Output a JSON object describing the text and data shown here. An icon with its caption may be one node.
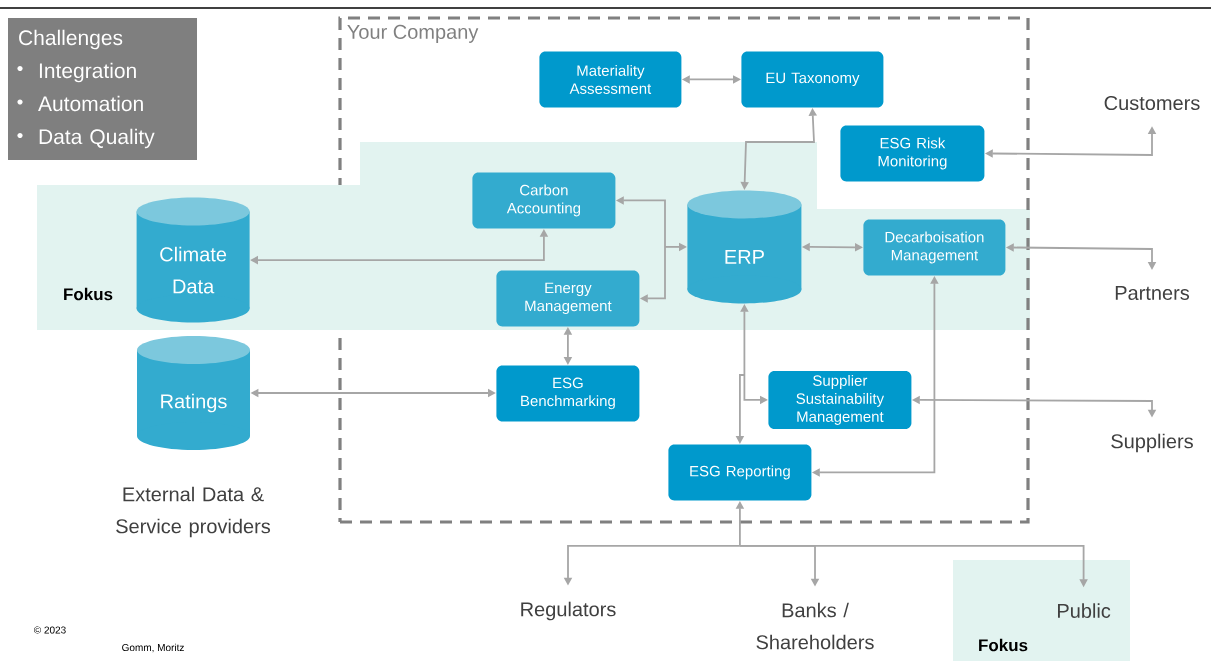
{
  "diagram": {
    "nodes": [
      {
        "text": [
          "Challenges",
          "Integration",
          "Automation",
          "Data Quality"
        ]
      },
      {
        "text": [
          "Your Company"
        ]
      },
      {
        "text": [
          "Materiality Assessment"
        ],
        "in": 1
      },
      {
        "text": [
          "EU Taxonomy"
        ],
        "in": 1
      },
      {
        "text": [
          "Customers"
        ]
      },
      {
        "text": [
          "ESG Risk Monitoring"
        ],
        "in": 1
      },
      {
        "text": [
          "Carbon Accounting"
        ],
        "in": 1
      },
      {
        "text": [
          "Fokus"
        ]
      },
      {
        "text": [
          "Climate Data"
        ],
        "in": 7
      },
      {
        "text": [
          "ERP"
        ],
        "in": 1
      },
      {
        "text": [
          "Decarboisation Management"
        ],
        "in": 1
      },
      {
        "text": [
          "Energy Management"
        ],
        "in": 1
      },
      {
        "text": [
          "Partners"
        ]
      },
      {
        "text": [
          "Ratings"
        ]
      },
      {
        "text": [
          "ESG Benchmarking"
        ],
        "in": 1
      },
      {
        "text": [
          "Supplier Sustainability Management"
        ],
        "in": 1
      },
      {
        "text": [
          "Suppliers"
        ]
      },
      {
        "text": [
          "ESG Reporting"
        ],
        "in": 1
      },
      {
        "text": [
          "Regulators"
        ]
      },
      {
        "text": [
          "Banks / Shareholders"
        ]
      },
      {
        "text": [
          "Fokus"
        ]
      },
      {
        "text": [
          "Public"
        ],
        "in": 20
      }
    ],
    "edges": [
      {
        "from": 2,
        "to": 3,
        "arrow": "both"
      },
      {
        "from": 3,
        "to": 9,
        "arrow": "both"
      },
      {
        "from": 5,
        "to": 4,
        "arrow": "both"
      },
      {
        "from": 9,
        "to": 6,
        "arrow": "both"
      },
      {
        "from": 9,
        "to": 11,
        "arrow": "both"
      },
      {
        "from": 8,
        "to": 6,
        "arrow": "both"
      },
      {
        "from": 9,
        "to": 10,
        "arrow": "both"
      },
      {
        "from": 10,
        "to": 12,
        "arrow": "both"
      },
      {
        "from": 11,
        "to": 14,
        "arrow": "both"
      },
      {
        "from": 13,
        "to": 14,
        "arrow": "both"
      },
      {
        "from": 9,
        "to": 15,
        "arrow": "both"
      },
      {
        "from": 9,
        "to": 17,
        "arrow": "both"
      },
      {
        "from": 15,
        "to": 16,
        "arrow": "both"
      },
      {
        "from": 10,
        "to": 17,
        "arrow": "both"
      },
      {
        "from": 17,
        "to": 18,
        "arrow": "both"
      },
      {
        "from": 17,
        "to": 19,
        "arrow": "both"
      },
      {
        "from": 17,
        "to": 21,
        "arrow": "both"
      }
    ],
    "labels": [
      "External Data & Service providers",
      "© 2023",
      "Gomm, Moritz"
    ]
  }
}
